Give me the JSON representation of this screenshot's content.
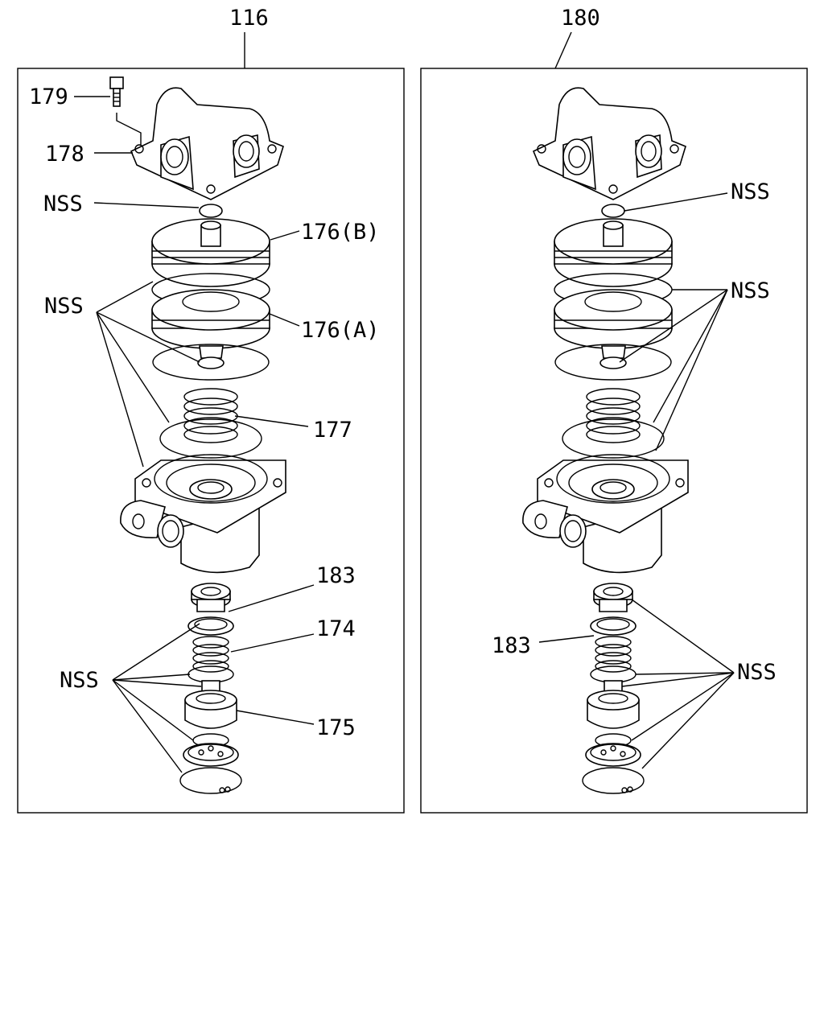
{
  "diagram": {
    "left_panel": {
      "assembly_number": "116",
      "labels": {
        "p179": "179",
        "p178": "178",
        "nss_top": "NSS",
        "p176b": "176(B)",
        "nss_group": "NSS",
        "p176a": "176(A)",
        "p177": "177",
        "p183": "183",
        "p174": "174",
        "nss_lower": "NSS",
        "p175": "175"
      }
    },
    "right_panel": {
      "assembly_number": "180",
      "labels": {
        "nss_top": "NSS",
        "nss_group": "NSS",
        "p183": "183",
        "nss_lower": "NSS"
      }
    }
  }
}
